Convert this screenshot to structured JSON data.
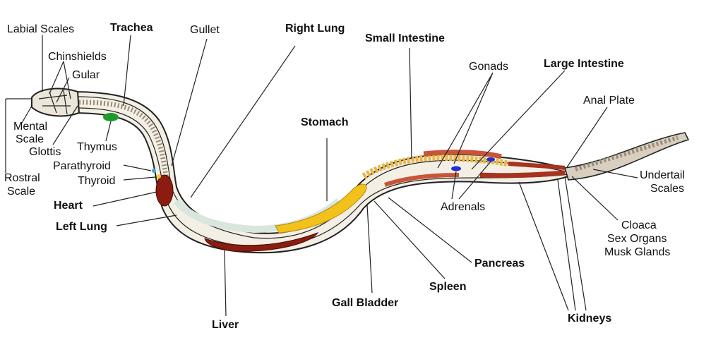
{
  "labels": {
    "labial_scales": "Labial Scales",
    "trachea": "Trachea",
    "gullet": "Gullet",
    "right_lung": "Right Lung",
    "small_intestine": "Small Intestine",
    "gonads": "Gonads",
    "large_intestine": "Large Intestine",
    "anal_plate": "Anal Plate",
    "chinshields": "Chinshields",
    "gular": "Gular",
    "mental_scale_1": "Mental",
    "mental_scale_2": "Scale",
    "glottis": "Glottis",
    "thymus": "Thymus",
    "parathyroid": "Parathyroid",
    "thyroid": "Thyroid",
    "rostral_scale_1": "Rostral",
    "rostral_scale_2": "Scale",
    "heart": "Heart",
    "left_lung": "Left Lung",
    "stomach": "Stomach",
    "adrenals": "Adrenals",
    "undertail_scales_1": "Undertail",
    "undertail_scales_2": "Scales",
    "cloaca": "Cloaca",
    "sex_organs": "Sex Organs",
    "musk_glands": "Musk Glands",
    "pancreas": "Pancreas",
    "spleen": "Spleen",
    "gall_bladder": "Gall Bladder",
    "kidneys": "Kidneys",
    "liver": "Liver"
  },
  "colors": {
    "outline": "#222222",
    "body_fill": "#f3efe4",
    "liver": "#8a1c10",
    "stomach": "#f2c21a",
    "intestine": "#e8b84a",
    "lung": "#d9e6de",
    "thymus": "#1f9a2e",
    "parathyroid": "#3aa8e0",
    "thyroid": "#f0d020",
    "adrenals": "#1c2fd0",
    "kidney": "#a83220",
    "scales": "#9a8c78"
  }
}
